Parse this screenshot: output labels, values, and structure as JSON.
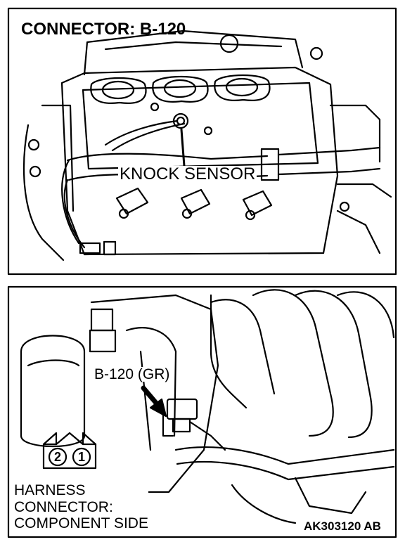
{
  "top_view": {
    "title": "CONNECTOR: B-120",
    "sensor_label": "KNOCK SENSOR"
  },
  "bottom_view": {
    "connector_label": "B-120 (GR)",
    "harness_lines": [
      "HARNESS",
      "CONNECTOR:",
      "COMPONENT SIDE"
    ],
    "pins": [
      "2",
      "1"
    ]
  },
  "figure_code": "AK303120 AB",
  "colors": {
    "line": "#000000",
    "background": "#ffffff"
  }
}
